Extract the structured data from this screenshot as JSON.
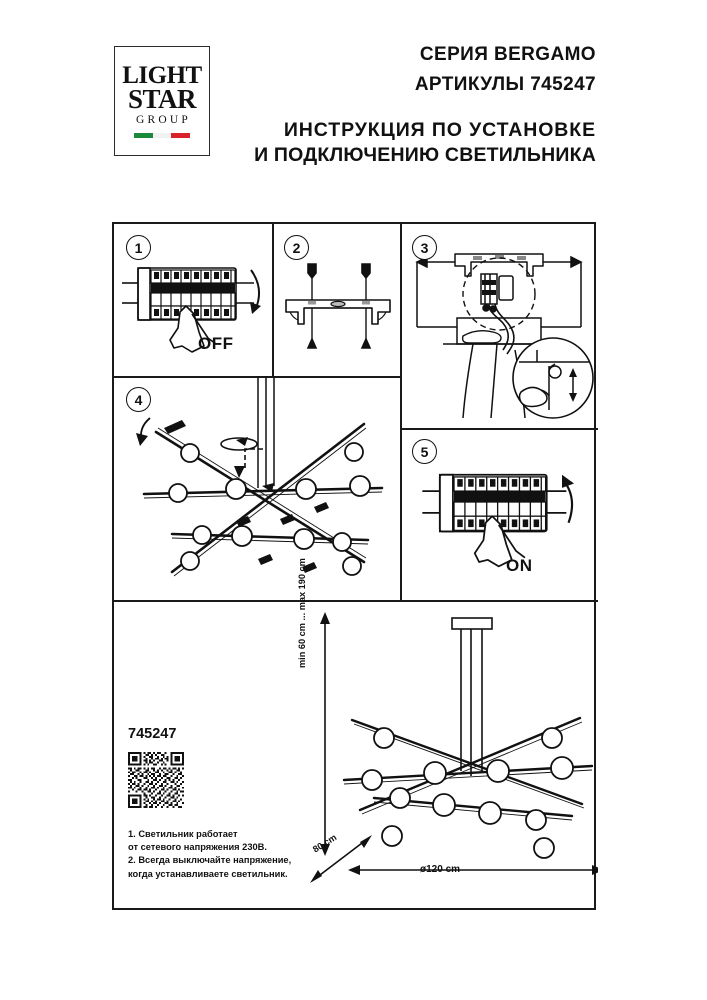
{
  "header": {
    "logo": {
      "line1": "LIGHT",
      "line2": "STAR",
      "line3": "GROUP",
      "flag_colors": [
        "#1b8a3c",
        "#f2f2f2",
        "#d8232a"
      ]
    },
    "series_line": "СЕРИЯ BERGAMO",
    "article_line": "АРТИКУЛЫ 745247",
    "title_line1": "ИНСТРУКЦИЯ ПО УСТАНОВКЕ",
    "title_line2": "И ПОДКЛЮЧЕНИЮ СВЕТИЛЬНИКА"
  },
  "steps": [
    {
      "number": "1",
      "caption": "OFF",
      "icon": "circuit-breaker-off-icon"
    },
    {
      "number": "2",
      "caption": "",
      "icon": "mounting-bracket-icon"
    },
    {
      "number": "3",
      "caption": "",
      "icon": "ceiling-wiring-icon"
    },
    {
      "number": "4",
      "caption": "",
      "icon": "arm-assembly-icon"
    },
    {
      "number": "5",
      "caption": "ON",
      "icon": "circuit-breaker-on-icon"
    }
  ],
  "product": {
    "article_code": "745247",
    "qr_label": "qr-code",
    "dimensions": {
      "height": "min 60 cm ... max 190 cm",
      "depth": "80 cm",
      "diameter": "ø120 cm"
    }
  },
  "notes": {
    "line1": "1. Светильник работает",
    "line2": "от сетевого напряжения 230В.",
    "line3": "2. Всегда выключайте напряжение,",
    "line4": "когда устанавливаете светильник."
  },
  "colors": {
    "ink": "#1a1a1a",
    "paper": "#ffffff"
  }
}
